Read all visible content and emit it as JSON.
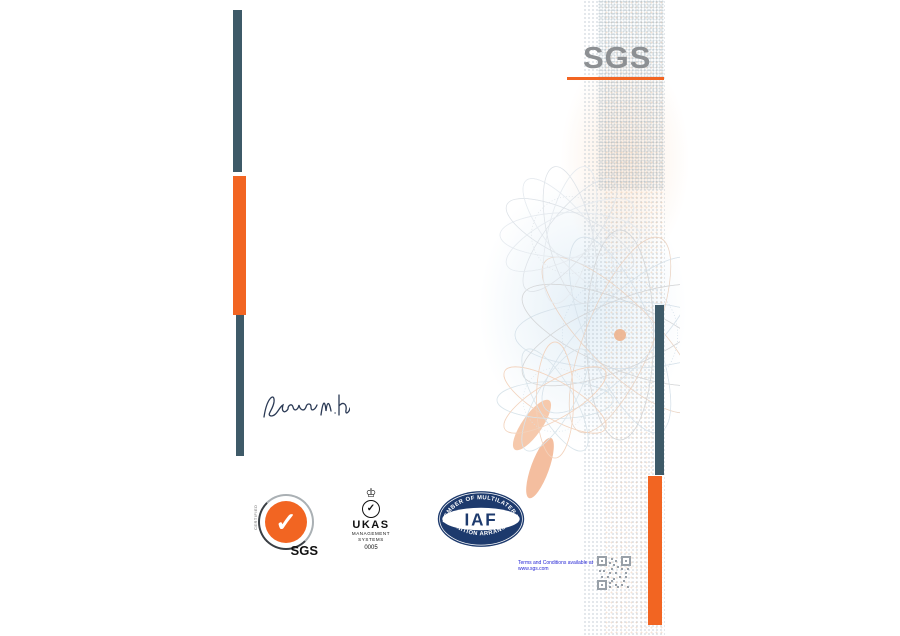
{
  "colors": {
    "accent_orange": "#F26522",
    "slate": "#3E5A68",
    "iaf_navy": "#1D3A6D",
    "logo_gray": "#8D9093",
    "footer_blue": "#1F1FD4"
  },
  "header": {
    "logo_text": "SGS"
  },
  "seals": {
    "sgs": {
      "check": "✓",
      "ring_text": "CERTIFIED",
      "label": "SGS"
    },
    "ukas": {
      "crown": "♔",
      "check": "✓",
      "name": "UKAS",
      "subtitle": "MANAGEMENT SYSTEMS",
      "number": "0005"
    },
    "iaf": {
      "arc_top": "MEMBER OF MULTILATERAL",
      "arc_bottom": "RECOGNITION ARRANGEMENT",
      "name": "IAF"
    }
  },
  "footer": {
    "terms": "Terms and Conditions available at www.sgs.com"
  }
}
